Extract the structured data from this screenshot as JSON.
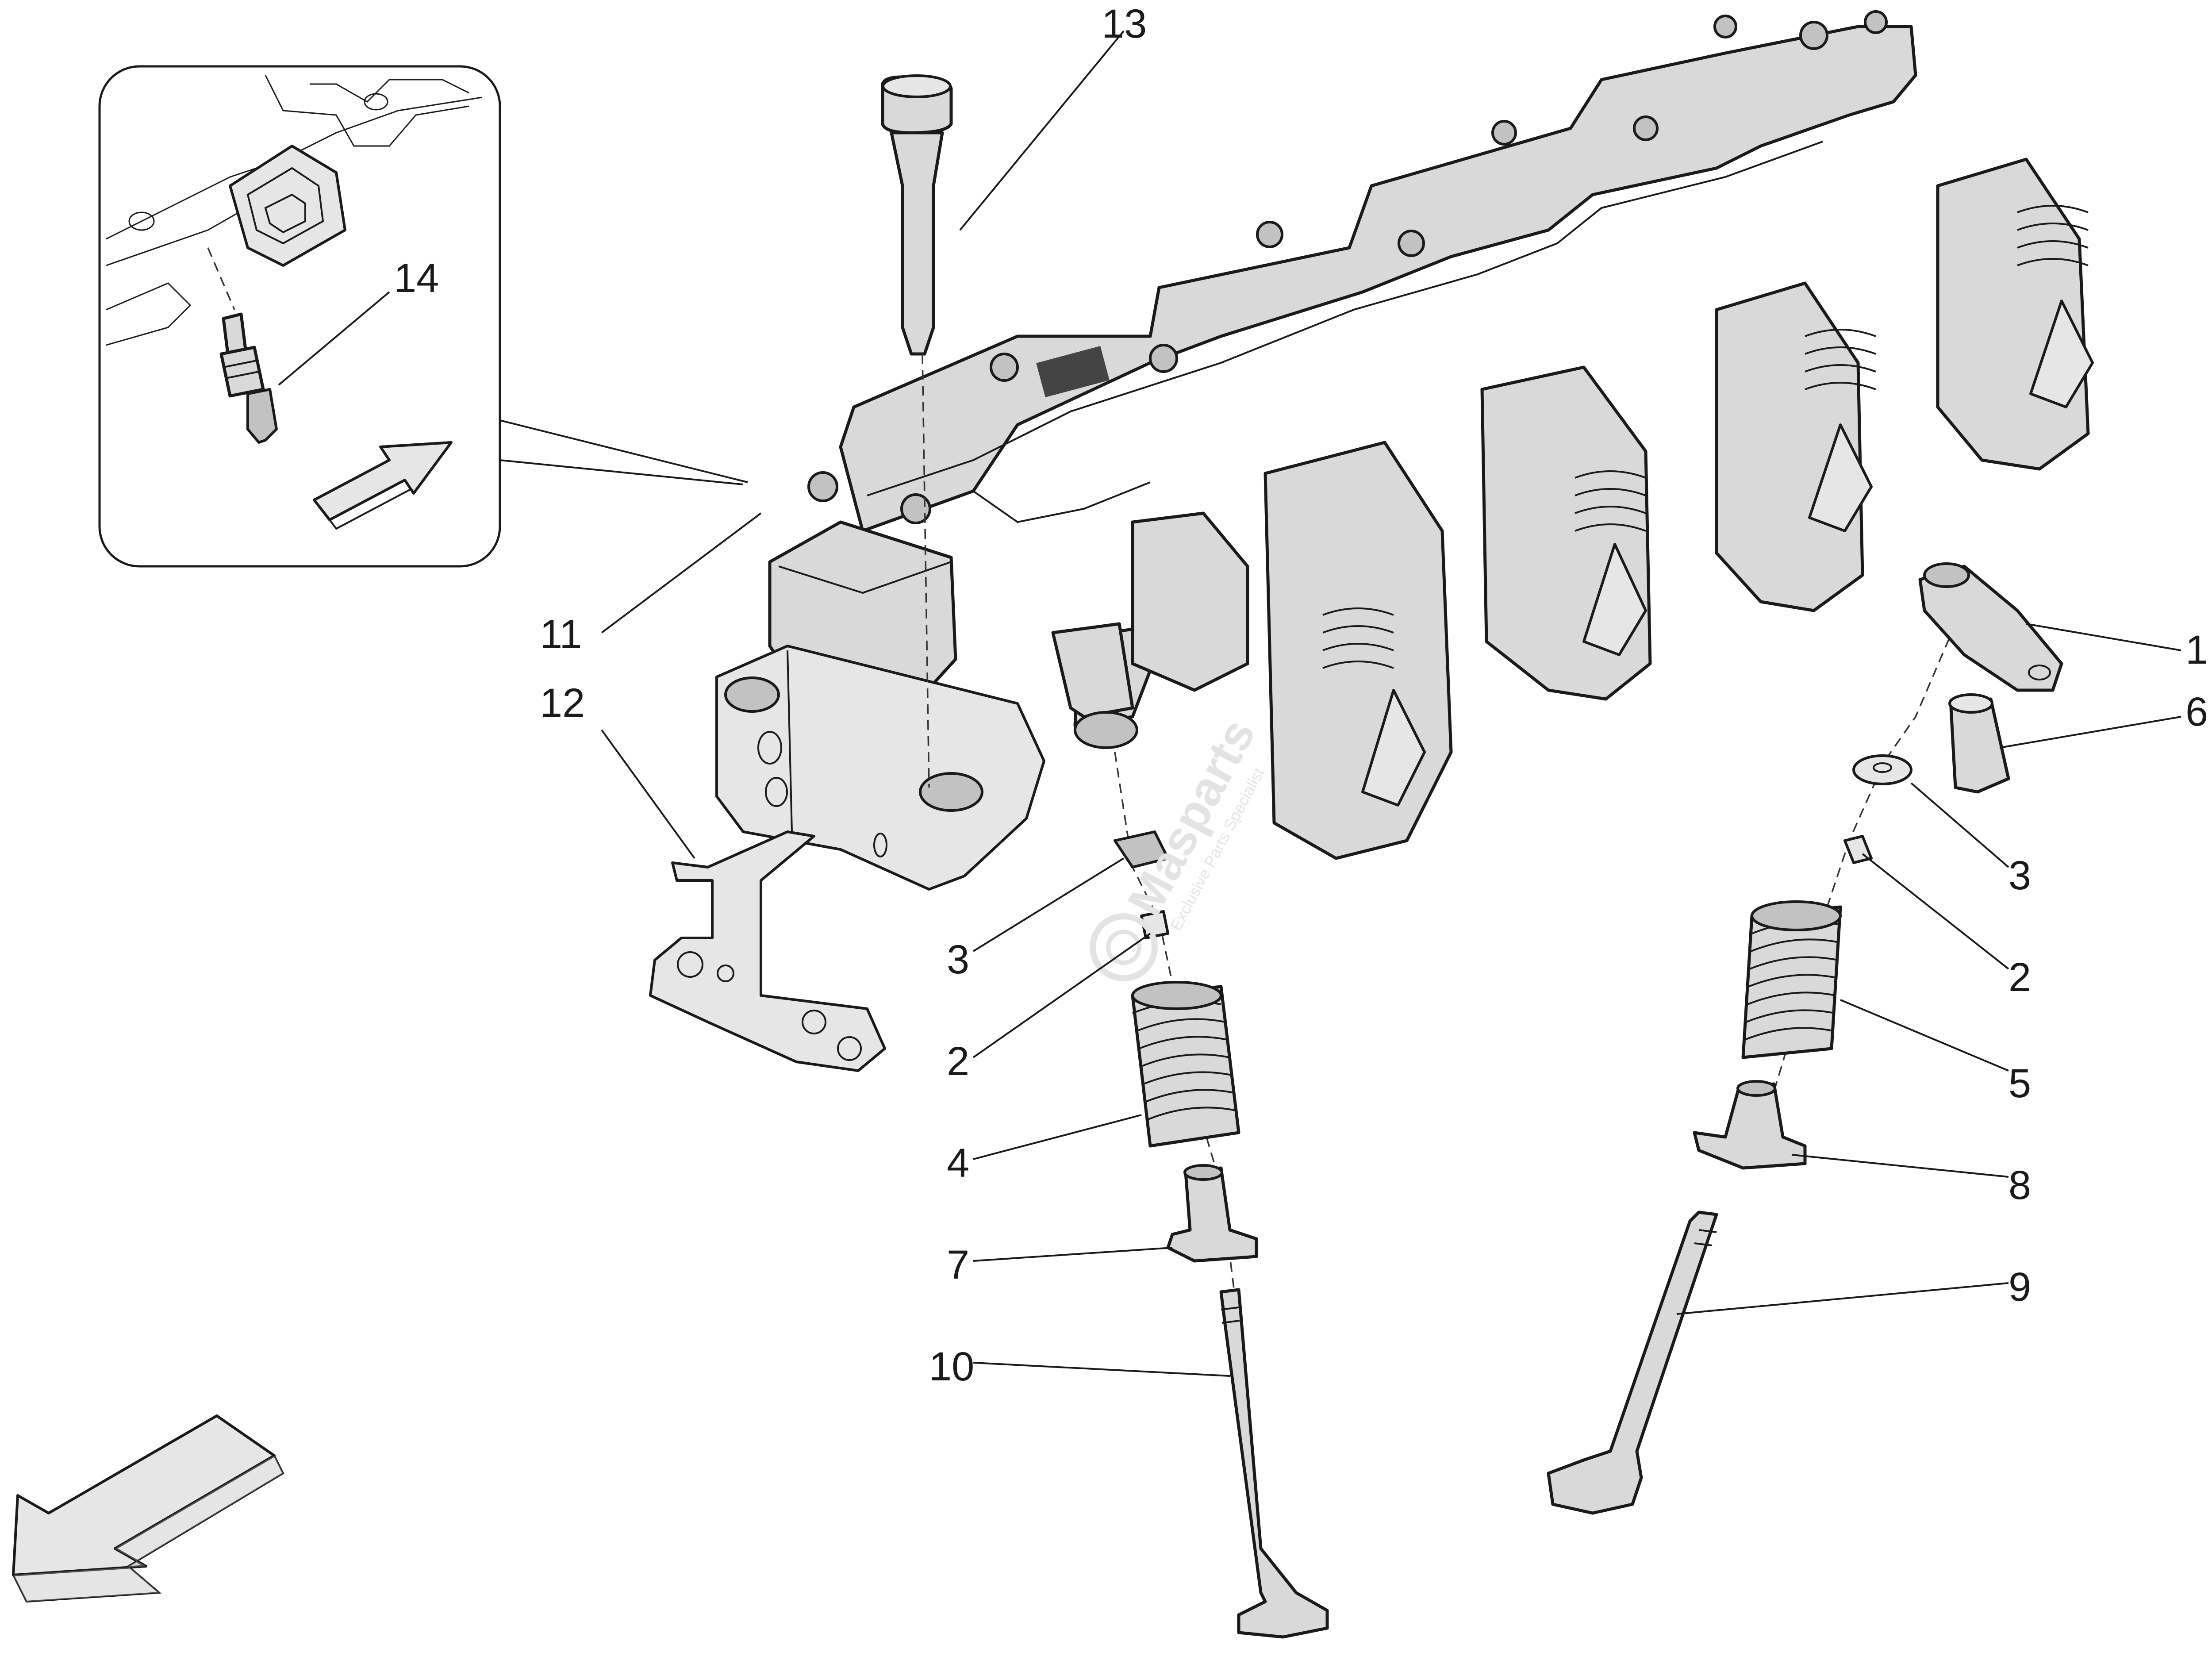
{
  "watermark": {
    "brand": "Masparts",
    "tagline": "Exclusive Parts Specialist"
  },
  "callouts": [
    {
      "id": "c1",
      "label": "1"
    },
    {
      "id": "c2a",
      "label": "2"
    },
    {
      "id": "c2b",
      "label": "2"
    },
    {
      "id": "c3a",
      "label": "3"
    },
    {
      "id": "c3b",
      "label": "3"
    },
    {
      "id": "c4",
      "label": "4"
    },
    {
      "id": "c5",
      "label": "5"
    },
    {
      "id": "c6",
      "label": "6"
    },
    {
      "id": "c7",
      "label": "7"
    },
    {
      "id": "c8",
      "label": "8"
    },
    {
      "id": "c9",
      "label": "9"
    },
    {
      "id": "c10",
      "label": "10"
    },
    {
      "id": "c11",
      "label": "11"
    },
    {
      "id": "c12",
      "label": "12"
    },
    {
      "id": "c13",
      "label": "13"
    },
    {
      "id": "c14",
      "label": "14"
    }
  ],
  "icons": {
    "direction_arrow": "direction-arrow-icon",
    "inset_arrow": "inset-arrow-icon"
  },
  "colors": {
    "part_fill": "#d9d9d9",
    "outline": "#1a1a1a",
    "watermark": "#e3e3e3"
  }
}
